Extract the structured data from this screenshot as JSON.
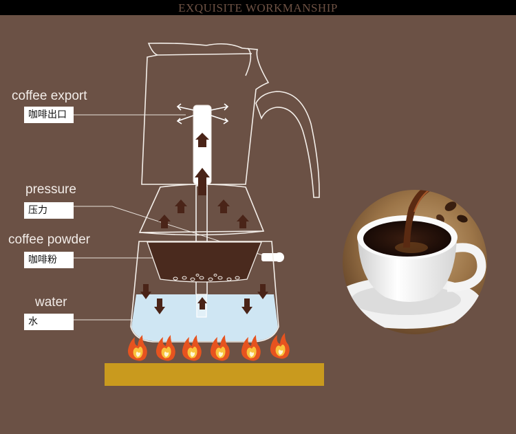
{
  "header": {
    "title": "EXQUISITE WORKMANSHIP"
  },
  "labels": [
    {
      "en": "coffee export",
      "cn": "咖啡出口"
    },
    {
      "en": "pressure",
      "cn": "压力"
    },
    {
      "en": "coffee powder",
      "cn": "咖啡粉"
    },
    {
      "en": "water",
      "cn": "水"
    }
  ],
  "colors": {
    "background": "#6b5145",
    "water": "#cfe6f3",
    "coffee": "#4a2a1e",
    "arrow": "#4a2418",
    "stove": "#c99a1e",
    "flame": "#e6531f"
  },
  "images": {
    "coffee_cup": "cup-of-black-coffee-photo"
  }
}
